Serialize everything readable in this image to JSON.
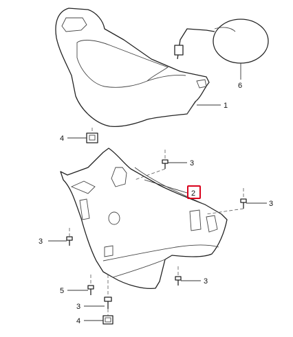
{
  "callouts": {
    "c1": "1",
    "c2": "2",
    "c3a": "3",
    "c3b": "3",
    "c3c": "3",
    "c3d": "3",
    "c3e": "3",
    "c4a": "4",
    "c4b": "4",
    "c5": "5",
    "c6": "6"
  },
  "highlight_color": "#d9001b"
}
